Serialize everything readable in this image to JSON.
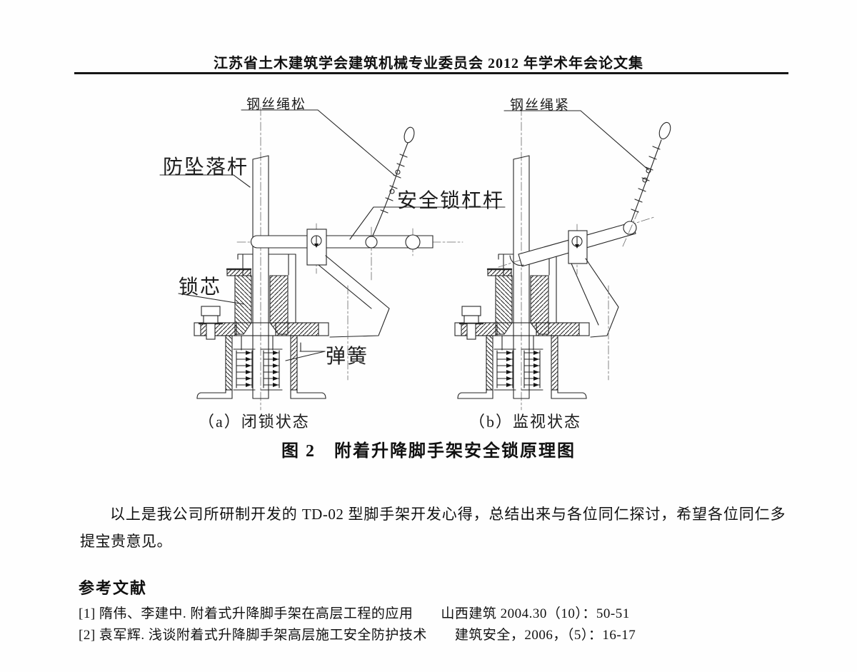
{
  "page": {
    "header": "江苏省土木建筑学会建筑机械专业委员会 2012 年学术年会论文集"
  },
  "figure": {
    "labels": {
      "wire_rope_loose": "钢丝绳松",
      "wire_rope_tight": "钢丝绳紧",
      "anti_fall_rod": "防坠落杆",
      "safety_lock_lever": "安全锁杠杆",
      "lock_core": "锁芯",
      "spring": "弹簧"
    },
    "subcaptions": {
      "a": "（a）闭锁状态",
      "b": "（b）监视状态"
    },
    "caption": "图 2　附着升降脚手架安全锁原理图"
  },
  "body": {
    "paragraph": "以上是我公司所研制开发的 TD-02 型脚手架开发心得，总结出来与各位同仁探讨，希望各位同仁多提宝贵意见。"
  },
  "references": {
    "heading": "参考文献",
    "items": [
      "[1] 隋伟、李建中. 附着式升降脚手架在高层工程的应用　　山西建筑 2004.30（10）：50-51",
      "[2] 袁军辉. 浅谈附着式升降脚手架高层施工安全防护技术　　建筑安全，2006，（5）：16-17"
    ]
  }
}
